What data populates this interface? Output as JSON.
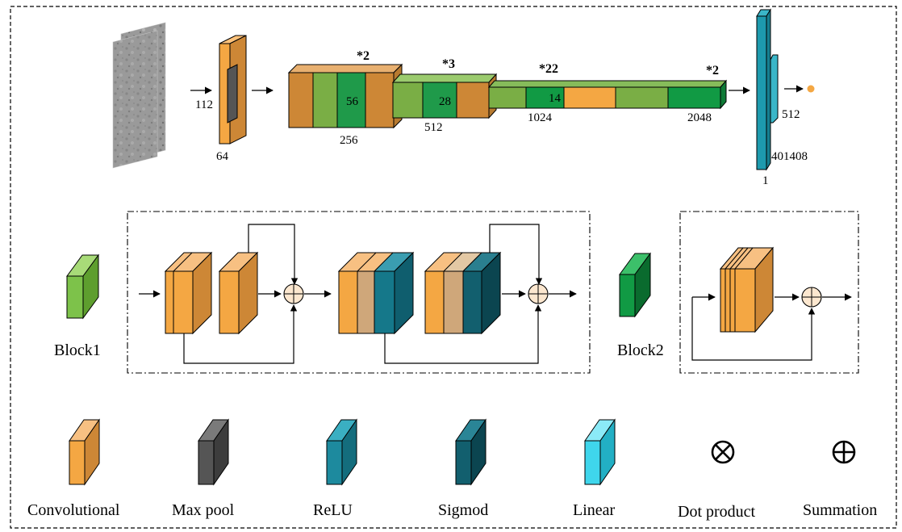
{
  "top": {
    "input_size": "112",
    "conv1_size": "64",
    "stage1": {
      "multiplier": "*2",
      "inner": "56",
      "channels": "256"
    },
    "stage2": {
      "multiplier": "*3",
      "inner": "28",
      "channels": "512"
    },
    "stage3": {
      "multiplier": "*22",
      "inner": "14",
      "channels": "1024"
    },
    "stage4": {
      "multiplier": "*2",
      "channels": "2048"
    },
    "fc": {
      "big": "401408",
      "small": "512",
      "one": "1"
    }
  },
  "blocks": {
    "block1": "Block1",
    "block2": "Block2"
  },
  "legend": {
    "convolutional": "Convolutional",
    "max_pool": "Max pool",
    "relu": "ReLU",
    "sigmoid": "Sigmod",
    "linear": "Linear",
    "dot_product": "Dot product",
    "summation": "Summation",
    "dot_symbol": "⊗",
    "sum_symbol": "⊕"
  },
  "colors": {
    "conv": "#F4A743",
    "conv_dark": "#CD8736",
    "maxpool": "#555555",
    "relu": "#1D8A9E",
    "sigmoid": "#125F6E",
    "linear": "#3FD6EC",
    "block1": "#7DC24A",
    "block2": "#119A44",
    "tan": "#CFA77A"
  }
}
